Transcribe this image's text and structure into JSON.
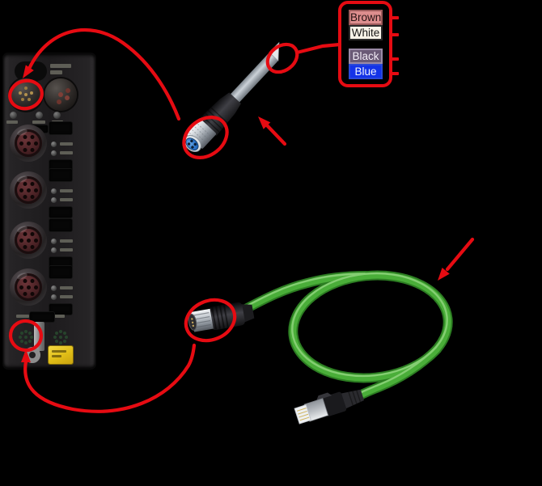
{
  "legend": {
    "items": [
      {
        "label": "Brown",
        "color_hex": "#dd8e8e",
        "style": "background:#dd8e8e;border:2px solid #9c5a5a;color:#241112"
      },
      {
        "label": "White",
        "color_hex": "#f9f4e9",
        "style": "background:#f9f4e9;border:2px solid #2a2a2a;color:#171717"
      },
      {
        "label": "Black",
        "color_hex": "#6a5a76",
        "style": "background:#6a5a76;border:2px solid #9a8aa6;color:#f2ecf6"
      },
      {
        "label": "Blue",
        "color_hex": "#1433e8",
        "style": "background:#1433e8;border:2px solid #2a48d8;color:#eef2ff"
      }
    ]
  },
  "colors": {
    "annotation_red": "#e60b12",
    "cable_green": "#4aae39",
    "m8_face_blue": "#2f7fd0",
    "module_label_yellow": "#e0bd17"
  }
}
